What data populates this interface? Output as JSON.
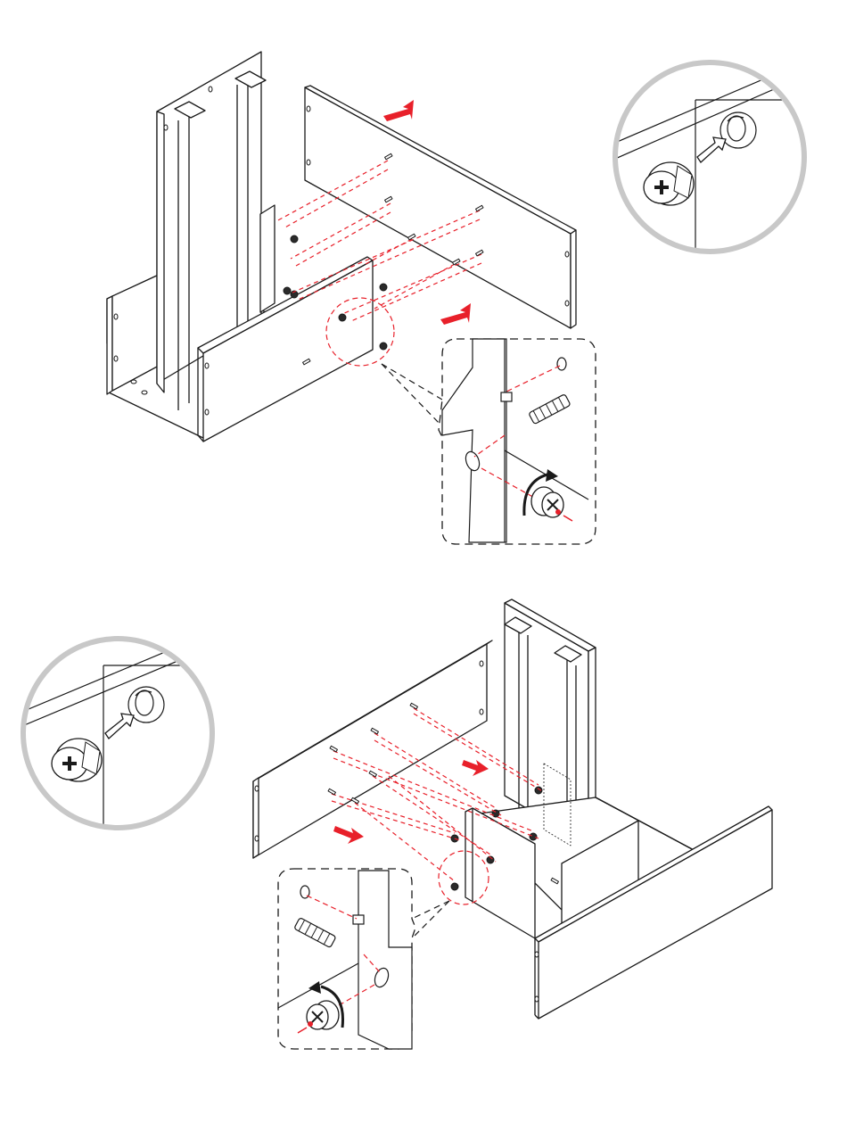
{
  "colors": {
    "line": "#1a1a1a",
    "guide_red": "#e8202a",
    "arrow_red": "#e8202a",
    "callout_ring": "#c8c8c8",
    "panel_fill": "#ffffff",
    "hardware_dark": "#2a2a2a"
  },
  "steps": [
    {
      "name": "upper-assembly",
      "parts": [
        "tall-side-panel",
        "back-panel",
        "front-rail-panel",
        "low-side-panel",
        "bottom-panel"
      ],
      "arrows": [
        "panel-push-arrow",
        "panel-push-arrow"
      ],
      "callouts": [
        "cam-lock-detail-circle",
        "cam-bolt-detail-box"
      ]
    },
    {
      "name": "lower-assembly",
      "parts": [
        "tall-side-panel",
        "back-panel",
        "front-panel",
        "divider-panel",
        "bottom-panel"
      ],
      "arrows": [
        "panel-push-arrow",
        "panel-push-arrow"
      ],
      "callouts": [
        "cam-lock-detail-circle",
        "cam-bolt-detail-box"
      ]
    }
  ],
  "icons": {
    "cam_lock": "cam-lock-icon",
    "cam_bolt": "cam-bolt-icon",
    "rotate": "rotate-clockwise-icon",
    "insert_arrow": "insert-arrow-icon",
    "push_arrow": "red-push-arrow-icon"
  }
}
